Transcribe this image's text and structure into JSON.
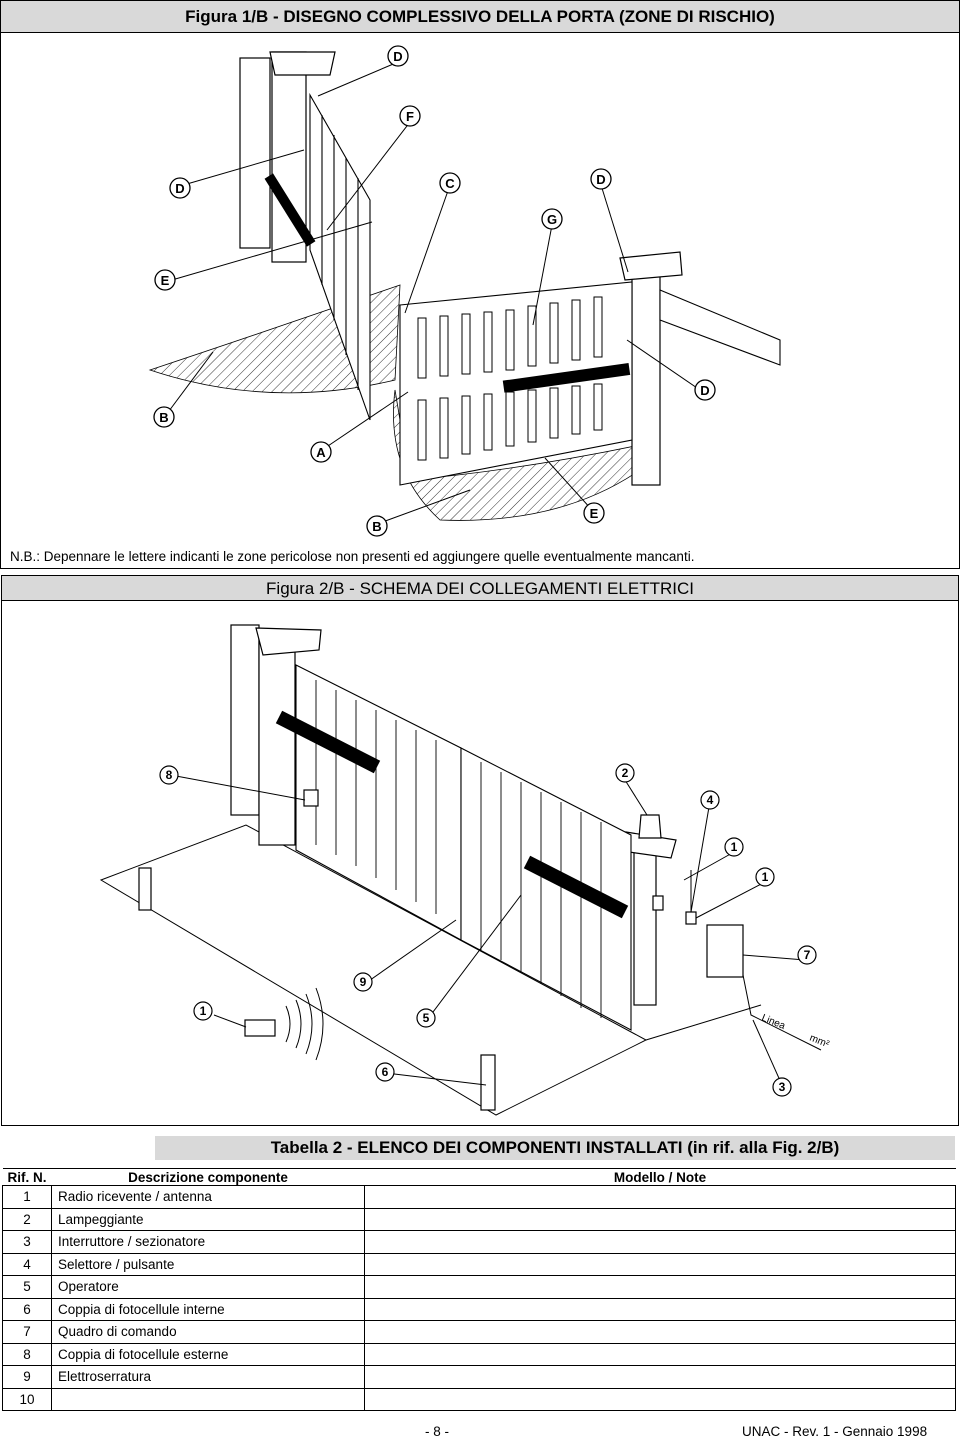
{
  "figure1": {
    "title": "Figura 1/B - DISEGNO COMPLESSIVO DELLA PORTA (ZONE DI RISCHIO)",
    "labels": [
      "D",
      "F",
      "D",
      "C",
      "D",
      "G",
      "E",
      "D",
      "B",
      "A",
      "B",
      "E"
    ],
    "note": "N.B.: Depennare le lettere indicanti le zone pericolose non presenti ed aggiungere quelle eventualmente mancanti."
  },
  "figure2": {
    "title": "Figura 2/B - SCHEMA DEI COLLEGAMENTI ELETTRICI",
    "labels": [
      "8",
      "2",
      "4",
      "1",
      "1",
      "7",
      "9",
      "1",
      "5",
      "6",
      "3"
    ],
    "cable_labels": [
      "Linea",
      "mm²"
    ]
  },
  "table": {
    "title": "Tabella 2 - ELENCO DEI COMPONENTI INSTALLATI (in rif. alla Fig. 2/B)",
    "headers": [
      "Rif. N.",
      "Descrizione componente",
      "Modello / Note"
    ],
    "rows": [
      {
        "num": "1",
        "desc": "Radio ricevente / antenna",
        "note": ""
      },
      {
        "num": "2",
        "desc": "Lampeggiante",
        "note": ""
      },
      {
        "num": "3",
        "desc": "Interruttore / sezionatore",
        "note": ""
      },
      {
        "num": "4",
        "desc": "Selettore / pulsante",
        "note": ""
      },
      {
        "num": "5",
        "desc": "Operatore",
        "note": ""
      },
      {
        "num": "6",
        "desc": "Coppia di fotocellule interne",
        "note": ""
      },
      {
        "num": "7",
        "desc": "Quadro di comando",
        "note": ""
      },
      {
        "num": "8",
        "desc": "Coppia di fotocellule esterne",
        "note": ""
      },
      {
        "num": "9",
        "desc": "Elettroserratura",
        "note": ""
      },
      {
        "num": "10",
        "desc": "",
        "note": ""
      }
    ]
  },
  "footer": {
    "page": "- 8 -",
    "doc": "UNAC - Rev. 1 - Gennaio 1998"
  }
}
